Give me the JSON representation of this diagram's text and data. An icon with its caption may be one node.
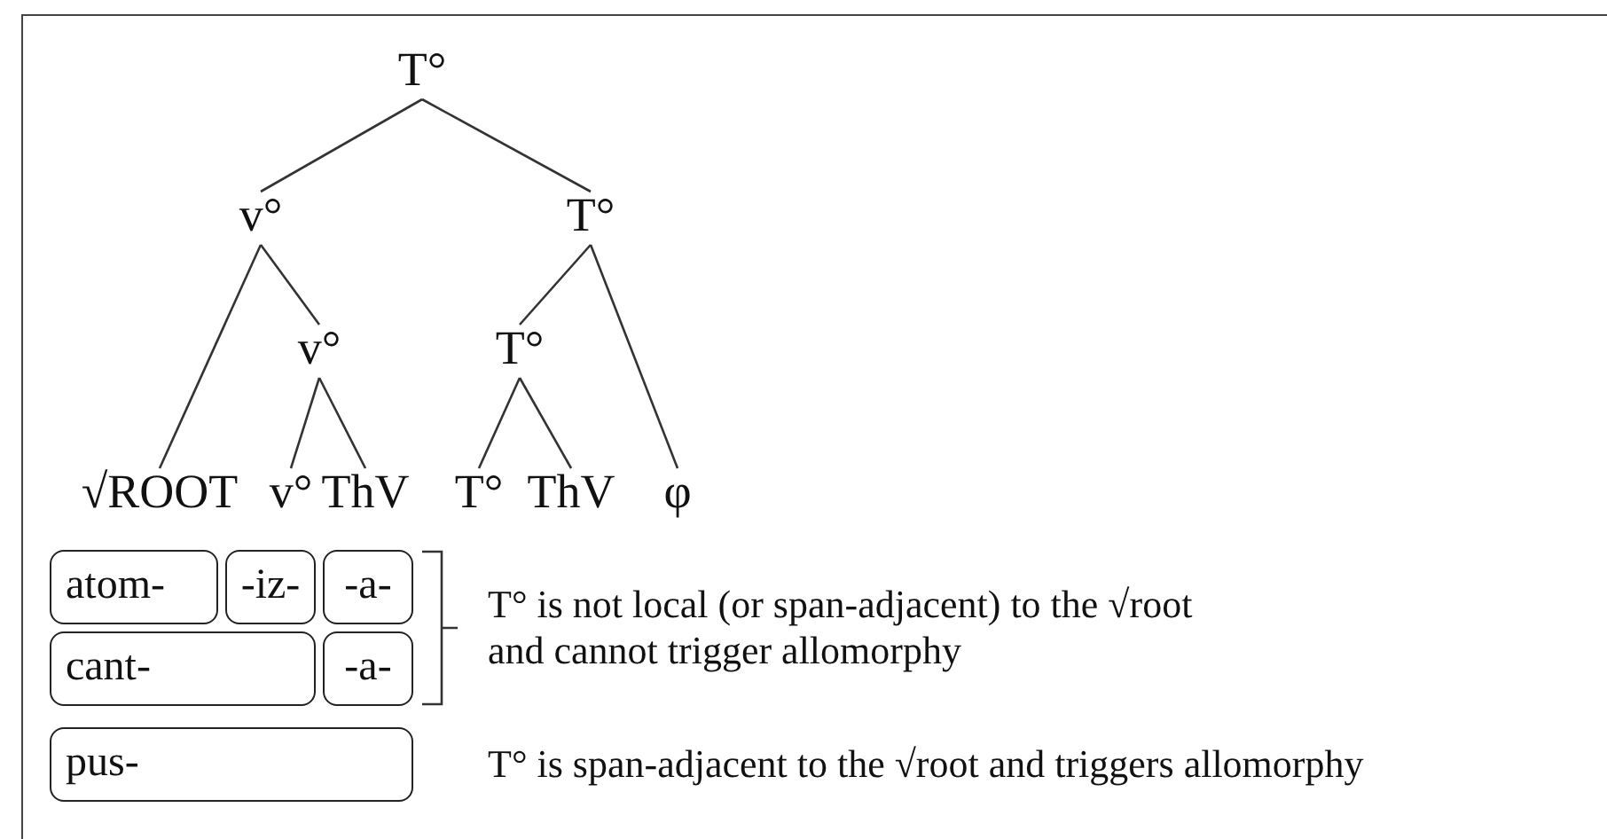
{
  "diagram": {
    "nodes": [
      {
        "text": [
          "T°"
        ]
      },
      {
        "text": [
          "v°"
        ]
      },
      {
        "text": [
          "T°"
        ]
      },
      {
        "text": [
          "v°"
        ]
      },
      {
        "text": [
          "T°"
        ]
      },
      {
        "text": [
          "√ROOT"
        ]
      },
      {
        "text": [
          "v°"
        ]
      },
      {
        "text": [
          "ThV"
        ]
      },
      {
        "text": [
          "T°"
        ]
      },
      {
        "text": [
          "ThV"
        ]
      },
      {
        "text": [
          "φ"
        ]
      },
      {
        "text": [
          "atom-"
        ]
      },
      {
        "text": [
          "-iz-"
        ]
      },
      {
        "text": [
          "-a-"
        ]
      },
      {
        "text": [
          "cant-"
        ]
      },
      {
        "text": [
          "-a-"
        ]
      },
      {
        "text": [
          "pus-"
        ]
      }
    ],
    "edges": [
      {
        "from": 0,
        "to": 1,
        "arrow": "none"
      },
      {
        "from": 0,
        "to": 2,
        "arrow": "none"
      },
      {
        "from": 1,
        "to": 5,
        "arrow": "none"
      },
      {
        "from": 1,
        "to": 3,
        "arrow": "none"
      },
      {
        "from": 3,
        "to": 6,
        "arrow": "none"
      },
      {
        "from": 3,
        "to": 7,
        "arrow": "none"
      },
      {
        "from": 2,
        "to": 4,
        "arrow": "none"
      },
      {
        "from": 2,
        "to": 10,
        "arrow": "none"
      },
      {
        "from": 4,
        "to": 8,
        "arrow": "none"
      },
      {
        "from": 4,
        "to": 9,
        "arrow": "none"
      }
    ],
    "labels": [
      "T° is not local (or span-adjacent) to the √root and cannot trigger allomorphy",
      "T° is span-adjacent to the √root and triggers allomorphy"
    ]
  }
}
